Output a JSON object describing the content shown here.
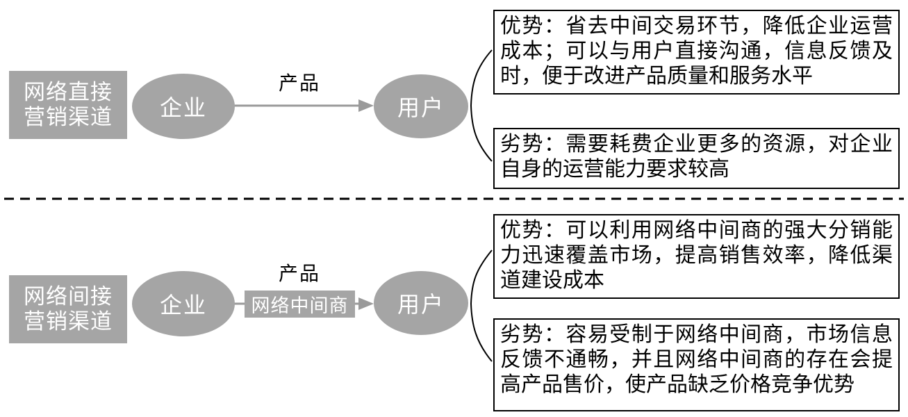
{
  "colors": {
    "shape_gray": "#a5a5a5",
    "arrow_gray": "#9a9a9a",
    "line_black": "#000000"
  },
  "sections": {
    "direct": {
      "label_line1": "网络直接",
      "label_line2": "营销渠道",
      "enterprise": "企业",
      "flow_label": "产品",
      "user": "用户",
      "advantage": "优势：省去中间交易环节，降低企业运营成本；可以与用户直接沟通，信息反馈及时，便于改进产品质量和服务水平",
      "disadvantage": "劣势：需要耗费企业更多的资源，对企业自身的运营能力要求较高"
    },
    "indirect": {
      "label_line1": "网络间接",
      "label_line2": "营销渠道",
      "enterprise": "企业",
      "flow_label": "产品",
      "intermediary": "网络中间商",
      "user": "用户",
      "advantage": "优势：可以利用网络中间商的强大分销能力迅速覆盖市场，提高销售效率，降低渠道建设成本",
      "disadvantage": "劣势：容易受制于网络中间商，市场信息反馈不通畅，并且网络中间商的存在会提高产品售价，使产品缺乏价格竞争优势"
    }
  }
}
